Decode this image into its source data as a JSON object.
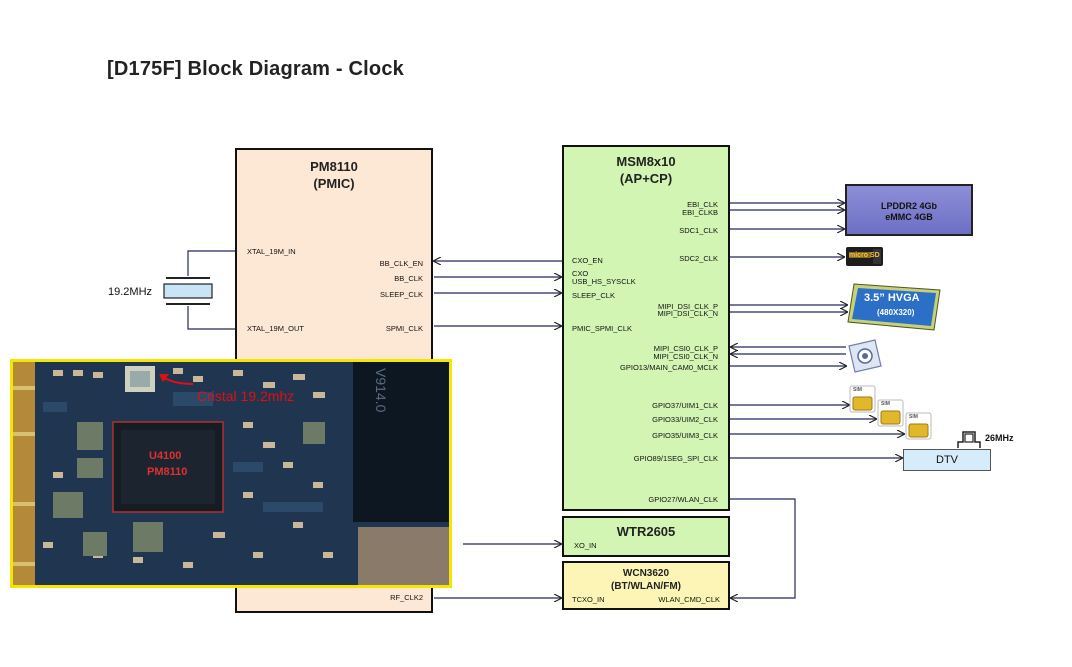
{
  "title": "[D175F] Block Diagram - Clock",
  "pmic": {
    "name": "PM8110",
    "sub": "(PMIC)",
    "left_pins": [
      "XTAL_19M_IN",
      "XTAL_19M_OUT"
    ],
    "right_pins": [
      "BB_CLK_EN",
      "BB_CLK",
      "SLEEP_CLK",
      "SPMI_CLK",
      "RF_CLK2"
    ]
  },
  "crystal": {
    "label": "19.2MHz"
  },
  "msm": {
    "name": "MSM8x10",
    "sub": "(AP+CP)",
    "left_pins": [
      "CXO_EN",
      "CXO",
      "USB_HS_SYSCLK",
      "SLEEP_CLK",
      "PMIC_SPMI_CLK"
    ],
    "right_pins": [
      "EBI_CLK",
      "EBI_CLKB",
      "SDC1_CLK",
      "SDC2_CLK",
      "MIPI_DSI_CLK_P",
      "MIPI_DSI_CLK_N",
      "MIPI_CSI0_CLK_P",
      "MIPI_CSI0_CLK_N",
      "GPIO13/MAIN_CAM0_MCLK",
      "GPIO37/UIM1_CLK",
      "GPIO33/UIM2_CLK",
      "GPIO35/UIM3_CLK",
      "GPIO89/1SEG_SPI_CLK",
      "GPIO27/WLAN_CLK"
    ]
  },
  "wtr": {
    "name": "WTR2605",
    "pin": "XO_IN"
  },
  "wcn": {
    "name": "WCN3620",
    "sub": "(BT/WLAN/FM)",
    "left_pin": "TCXO_IN",
    "right_pin": "WLAN_CMD_CLK"
  },
  "lpddr": {
    "line1": "LPDDR2 4Gb",
    "line2": "eMMC 4GB"
  },
  "sd_card": {
    "label": "micro SD"
  },
  "display": {
    "line1": "3.5” HVGA",
    "line2": "(480X320)"
  },
  "sim": {
    "label": "SIM"
  },
  "dtv": {
    "label": "DTV",
    "osc": "26MHz"
  },
  "photo": {
    "annotation": "Cristal 19.2mhz",
    "chip_line1": "U4100",
    "chip_line2": "PM8110",
    "silk": "V914.0"
  },
  "colors": {
    "pmic": "#fde8d5",
    "msm": "#d3f5b4",
    "wcn": "#fdf5b6",
    "lpddr": "#7c7ecf",
    "photo_border": "#f4e600",
    "annotation": "#e01010"
  }
}
